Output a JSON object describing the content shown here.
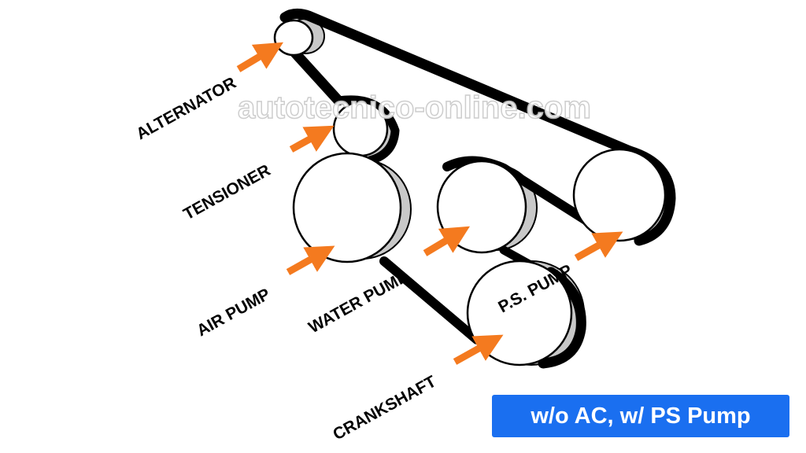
{
  "watermark": "autotecnico-online.com",
  "config_badge": "w/o AC, w/ PS Pump",
  "labels": {
    "alternator": "ALTERNATOR",
    "tensioner": "TENSIONER",
    "air_pump": "AIR PUMP",
    "water_pump": "WATER PUMP",
    "ps_pump": "P.S. PUMP",
    "crankshaft": "CRANKSHAFT"
  },
  "colors": {
    "belt": "#000000",
    "arrow": "#f47a1f",
    "badge": "#1a6ff0",
    "pulley_side": "#c8c8c8"
  }
}
